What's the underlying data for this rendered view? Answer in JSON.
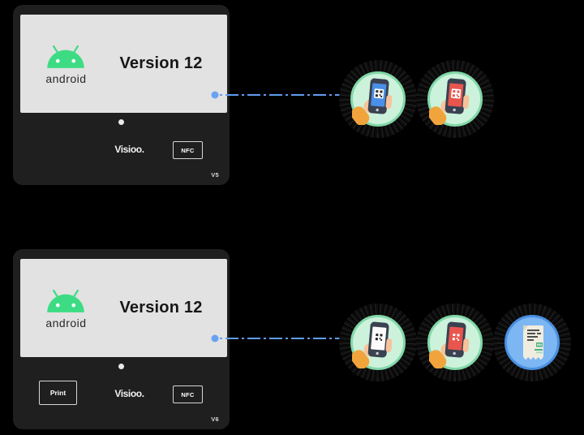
{
  "canvas": {
    "background": "#000000"
  },
  "devices": [
    {
      "android_wordmark": "android",
      "version_text": "Version 12",
      "brand_text": "Visioo.",
      "nfc_label": "NFC",
      "version_tag": "V5"
    },
    {
      "android_wordmark": "android",
      "version_text": "Version 12",
      "brand_text": "Visioo.",
      "print_label": "Print",
      "nfc_label": "NFC",
      "version_tag": "V6"
    }
  ],
  "icon_rows": [
    {
      "icons": [
        "phone-qr-blue-icon",
        "phone-qr-red-icon"
      ]
    },
    {
      "icons": [
        "phone-qr-white-icon",
        "phone-qr-red-outline-icon",
        "receipt-icon"
      ]
    }
  ],
  "colors": {
    "android_green": "#3ddc84",
    "screen_gray": "#e2e2e2",
    "device_body": "#1f1f1f",
    "connector_blue": "#5f9df0",
    "mint_fill": "#ccf2dc",
    "mint_border": "#82d8a8",
    "blue_circle_fill": "#7cb6f3",
    "blue_circle_border": "#4a90e0",
    "phone_screen_blue": "#4a8fe8",
    "phone_screen_red": "#e8564e",
    "phone_screen_white": "#fbfbfb",
    "receipt_green": "#4db380"
  }
}
